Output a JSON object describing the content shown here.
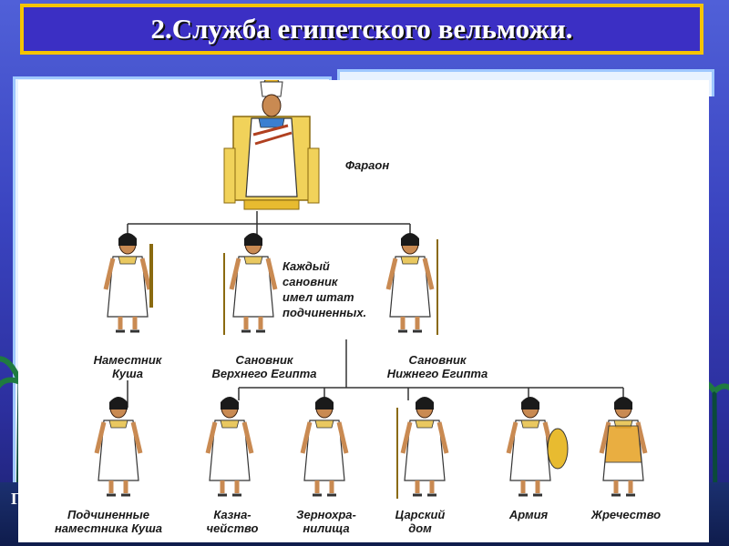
{
  "title": "2.Служба египетского вельможи.",
  "diagram": {
    "pharaoh": "Фараон",
    "note": "Каждый\nсановник\nимел штат\nподчиненных.",
    "level1": [
      {
        "label": "Наместник\nКуша"
      },
      {
        "label": "Сановник\nВерхнего Египта"
      },
      {
        "label": "Сановник\nНижнего Египта"
      }
    ],
    "level2": [
      {
        "label": "Подчиненные\nнаместника Куша"
      },
      {
        "label": "Казна-\nчейство"
      },
      {
        "label": "Зернохра-\nнилища"
      },
      {
        "label": "Царский\nдом"
      },
      {
        "label": "Армия"
      },
      {
        "label": "Жречество"
      }
    ]
  },
  "colors": {
    "title_bg": "#3b2fc4",
    "title_border": "#f5c400",
    "slide_bg": "#3a44c0"
  }
}
